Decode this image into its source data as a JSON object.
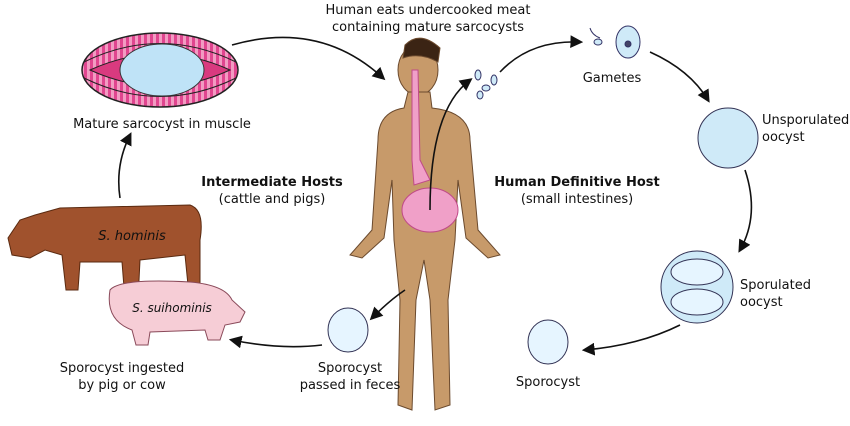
{
  "title": {
    "line1": "Human eats undercooked meat",
    "line2": "containing mature sarcocysts"
  },
  "stages": {
    "sarcocyst": "Mature sarcocyst in muscle",
    "gametes": "Gametes",
    "unsporulated": {
      "line1": "Unsporulated",
      "line2": "oocyst"
    },
    "sporulated": {
      "line1": "Sporulated",
      "line2": "oocyst"
    },
    "sporocyst": "Sporocyst",
    "passed": {
      "line1": "Sporocyst",
      "line2": "passed in feces"
    },
    "ingested": {
      "line1": "Sporocyst ingested",
      "line2": "by pig or cow"
    }
  },
  "hosts": {
    "intermediate": {
      "title": "Intermediate Hosts",
      "sub": "(cattle and pigs)"
    },
    "definitive": {
      "title": "Human Definitive Host",
      "sub": "(small intestines)"
    }
  },
  "animals": {
    "cow": "S. hominis",
    "pig": "S. suihominis"
  },
  "colors": {
    "muscle": "#e0458f",
    "cyst": "#bfe3f7",
    "skin": "#c79a6a",
    "cow": "#a0522d",
    "pig": "#f6cdd6"
  }
}
